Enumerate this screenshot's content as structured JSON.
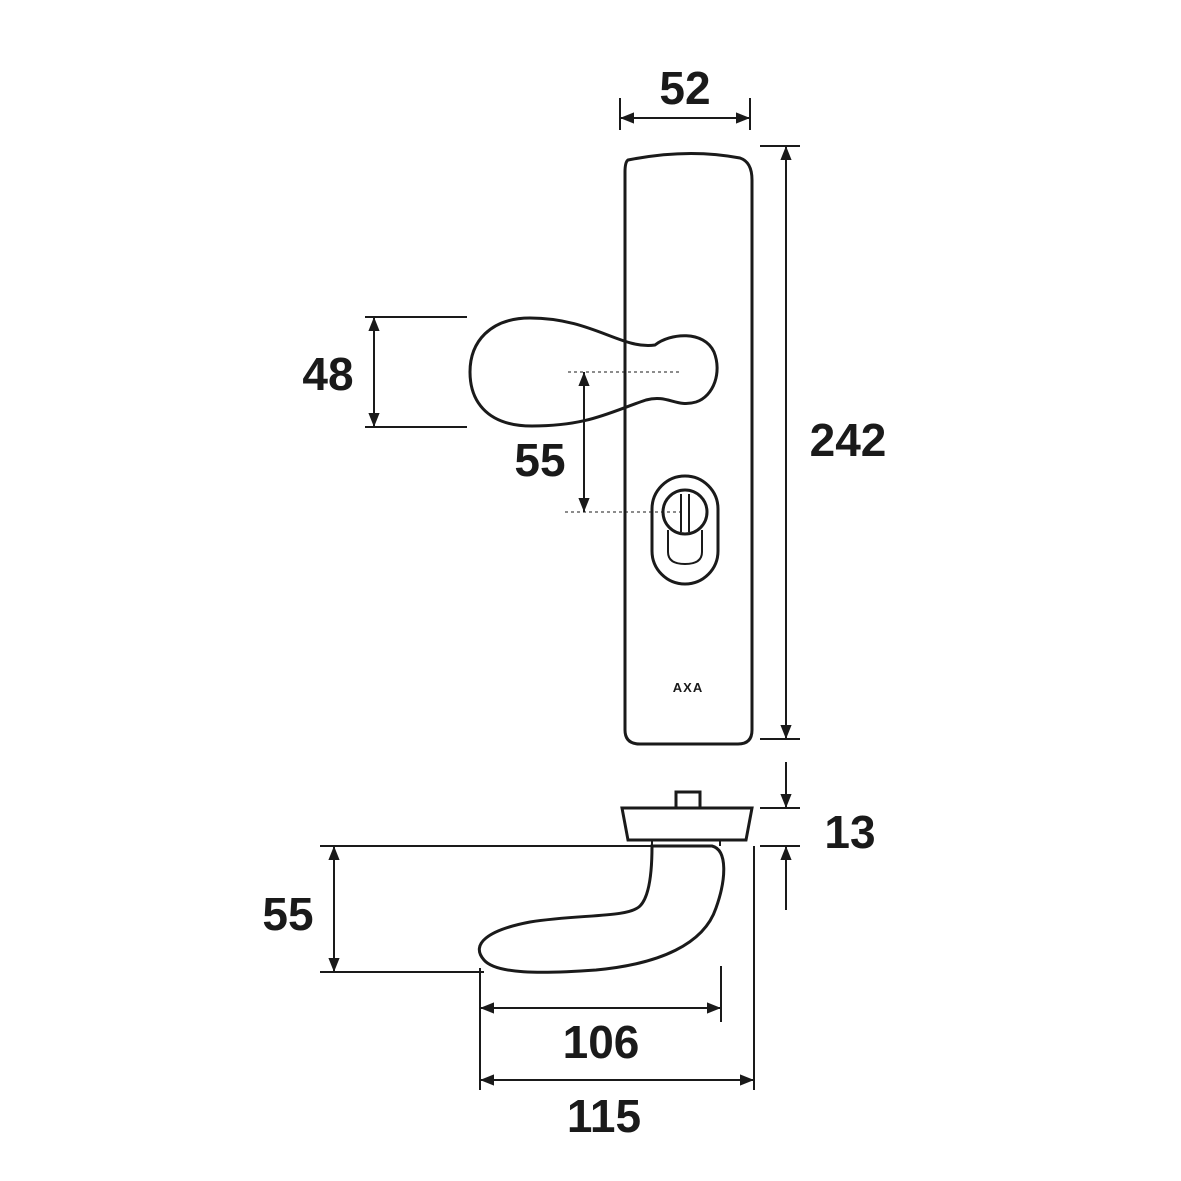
{
  "dimensions": {
    "plate_width": "52",
    "plate_height": "242",
    "handle_height_front": "48",
    "handle_to_cylinder": "55",
    "rose_depth": "13",
    "handle_projection": "55",
    "handle_length": "106",
    "total_length": "115"
  },
  "logo": "AXA",
  "colors": {
    "line": "#1a1a1a",
    "background": "#ffffff"
  }
}
